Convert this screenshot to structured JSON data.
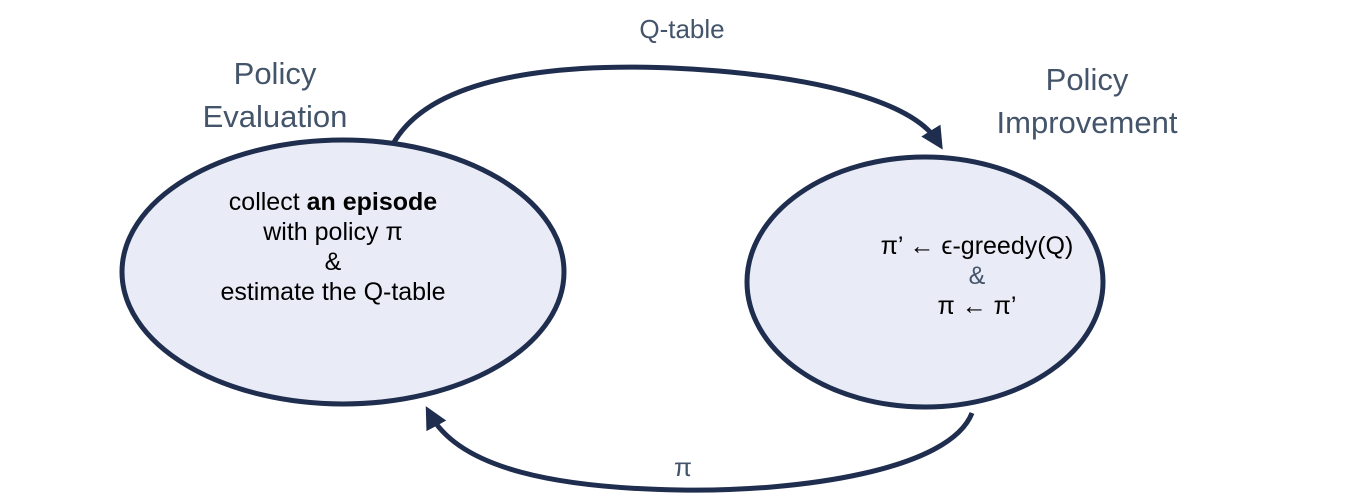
{
  "edge_top_label": "Q-table",
  "edge_bottom_label": "π",
  "stage_left": {
    "line1": "Policy",
    "line2": "Evaluation"
  },
  "stage_right": {
    "line1": "Policy",
    "line2": "Improvement"
  },
  "node_left": {
    "line1_pre": "collect ",
    "line1_bold": "an episode",
    "line2": "with policy π",
    "line3": "&",
    "line4": "estimate the Q-table"
  },
  "node_right": {
    "line1": "π’ ← ϵ-greedy(Q)",
    "line2": "&",
    "line3": "π ← π’"
  },
  "colors": {
    "node_fill": "#e9ecf6",
    "stroke": "#1f2d4e",
    "label_text": "#44546a",
    "body_text": "#000000"
  }
}
